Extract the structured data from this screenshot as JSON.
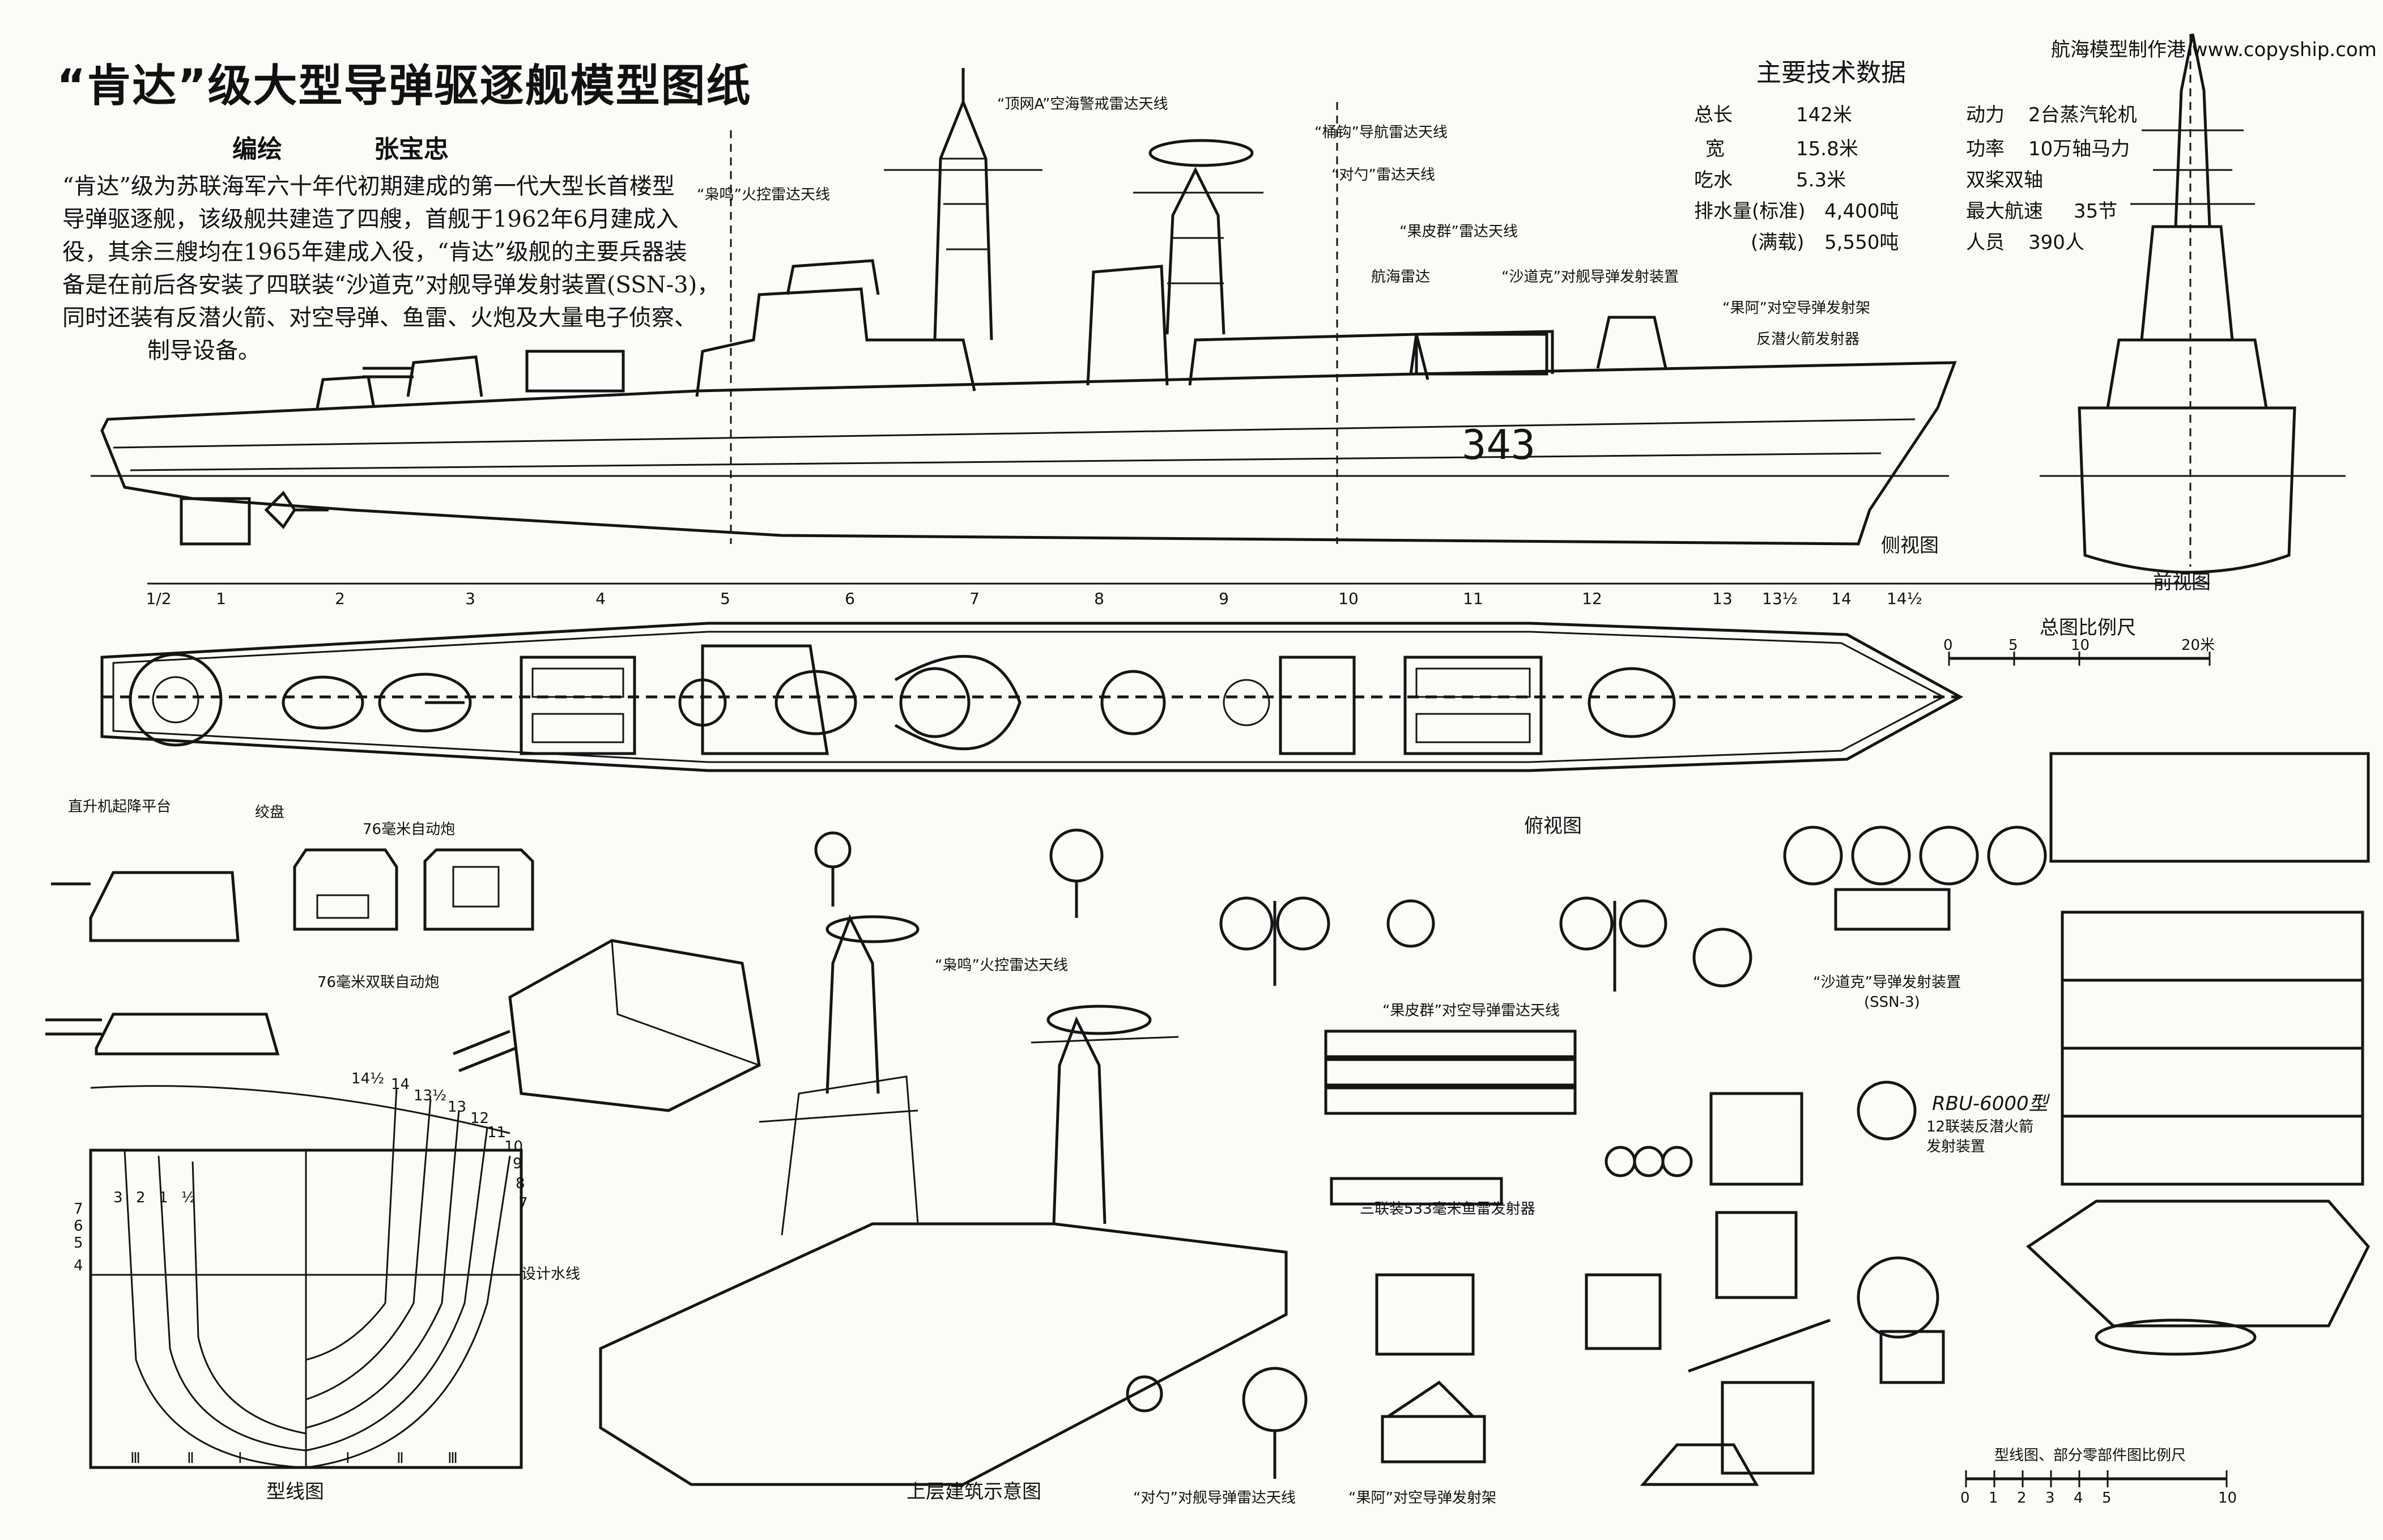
{
  "header": {
    "title": "“肯达”级大型导弹驱逐舰模型图纸",
    "author_label": "编绘",
    "author_name": "张宝忠",
    "site": "航海模型制作港 www.copyship.com"
  },
  "description": [
    "“肯达”级为苏联海军六十年代初期建成的第一代大型长首楼型",
    "导弹驱逐舰，该级舰共建造了四艘，首舰于1962年6月建成入",
    "役，其余三艘均在1965年建成入役，“肯达”级舰的主要兵器装",
    "备是在前后各安装了四联装“沙道克”对舰导弹发射装置(SSN-3)，",
    "同时还装有反潜火箭、对空导弹、鱼雷、火炮及大量电子侦察、",
    "制导设备。"
  ],
  "specs": {
    "title": "主要技术数据",
    "rows": [
      {
        "label": "总长",
        "value": "142米",
        "label2": "动力",
        "value2": "2台蒸汽轮机"
      },
      {
        "label": "宽",
        "value": "15.8米",
        "label2": "功率",
        "value2": "10万轴马力"
      },
      {
        "label": "吃水",
        "value": "5.3米",
        "label2": "",
        "value2": "双桨双轴"
      },
      {
        "label": "排水量(标准)",
        "value": "4,400吨",
        "label2": "最大航速",
        "value2": "35节"
      },
      {
        "label": "(满载)",
        "value": "5,550吨",
        "label2": "人员",
        "value2": "390人"
      }
    ]
  },
  "side_view": {
    "hull_number": "343",
    "caption": "侧视图",
    "labels": {
      "head_net": "“顶网A”空海警戒雷达天线",
      "peel_group": "“桶钩”导航雷达天线",
      "owl_screech": "“枭鸣”火控雷达天线",
      "head_light": "“对勺”雷达天线",
      "pin_ball": "“果皮群”雷达天线",
      "nav_radar": "航海雷达",
      "shaddock_launcher": "“沙道克”对舰导弹发射装置",
      "goa_launcher": "“果阿”对空导弹发射架",
      "asw_rocket": "反潜火箭发射器"
    }
  },
  "front_view": {
    "caption": "前视图"
  },
  "stations": [
    "1/2",
    "1",
    "2",
    "3",
    "4",
    "5",
    "6",
    "7",
    "8",
    "9",
    "10",
    "11",
    "12",
    "13",
    "13½",
    "14",
    "14½"
  ],
  "scale_bar": {
    "title": "总图比例尺",
    "ticks": [
      "0",
      "5",
      "10"
    ],
    "unit": "20米"
  },
  "top_view": {
    "caption": "俯视图",
    "helipad_label": "直升机起降平台",
    "bollard_label": "绞盘",
    "gun_label": "76毫米自动炮"
  },
  "details": {
    "twin_gun": "76毫米双联自动炮",
    "owl_screech_detail": "“枭鸣”火控雷达天线",
    "peel_group_detail": "“果皮群”对空导弹雷达天线",
    "shaddock_detail": "“沙道克”导弹发射装置",
    "shaddock_code": "(SSN-3)",
    "torpedo": "三联装533毫米鱼雷发射器",
    "rbu_title": "RBU-6000型",
    "rbu_line2": "12联装反潜火箭",
    "rbu_line3": "发射装置",
    "superstructure": "上层建筑示意图",
    "head_light_detail": "“对勺”对舰导弹雷达天线",
    "goa_detail": "“果阿”对空导弹发射架",
    "part_scale_title": "型线图、部分零部件图比例尺",
    "part_scale_ticks": [
      "0",
      "1",
      "2",
      "3",
      "4",
      "5",
      "10"
    ]
  },
  "lines_plan": {
    "caption": "型线图",
    "waterline": "设计水线",
    "top_stations": [
      "14½",
      "14",
      "13½",
      "13",
      "12",
      "11",
      "10",
      "9",
      "8",
      "7"
    ],
    "left_stations": [
      "3",
      "2",
      "1",
      "½"
    ],
    "bottom_stations": [
      "Ⅲ",
      "Ⅱ",
      "Ⅰ",
      "Ⅰ",
      "Ⅱ",
      "Ⅲ"
    ],
    "heights": [
      "7",
      "6",
      "5",
      "4"
    ]
  },
  "chart_data": []
}
